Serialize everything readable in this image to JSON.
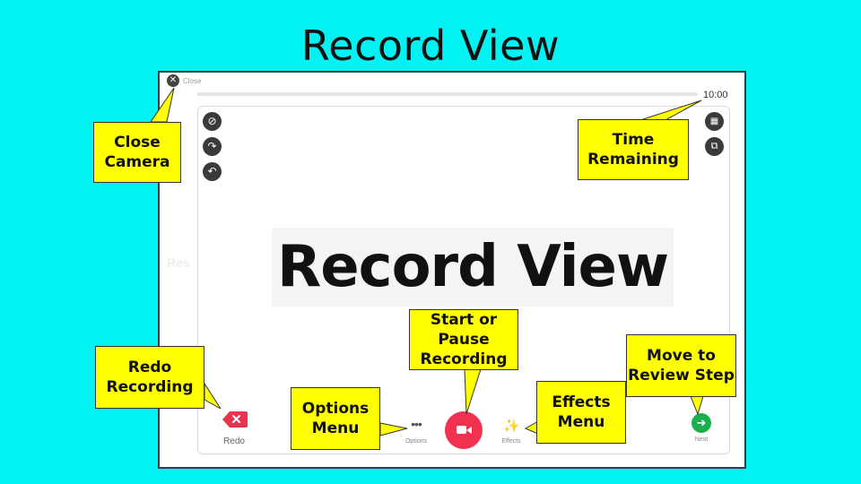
{
  "slide": {
    "title": "Record View"
  },
  "recorder": {
    "close_label": "Close",
    "time_remaining": "10:00",
    "canvas_heading": "Record View",
    "faded_left_text": "Res",
    "left_tools": [
      {
        "name": "clear-icon",
        "glyph": "⊘"
      },
      {
        "name": "forward-icon",
        "glyph": "↷"
      },
      {
        "name": "undo-icon",
        "glyph": "↶"
      }
    ],
    "right_tools": [
      {
        "name": "keyboard-icon",
        "glyph": "▦"
      },
      {
        "name": "screen-share-icon",
        "glyph": "⧉"
      }
    ],
    "bottom_bar": {
      "redo_label": "Redo",
      "options_label": "Options",
      "effects_label": "Effects",
      "next_label": "Next"
    },
    "colors": {
      "record": "#f0314f",
      "next": "#1ab04e",
      "redo": "#e8344e"
    }
  },
  "callouts": {
    "close_camera": "Close Camera",
    "time_remaining": "Time Remaining",
    "start_pause": "Start or Pause Recording",
    "redo_recording": "Redo Recording",
    "options_menu": "Options Menu",
    "effects_menu": "Effects Menu",
    "move_review": "Move to Review Step"
  }
}
